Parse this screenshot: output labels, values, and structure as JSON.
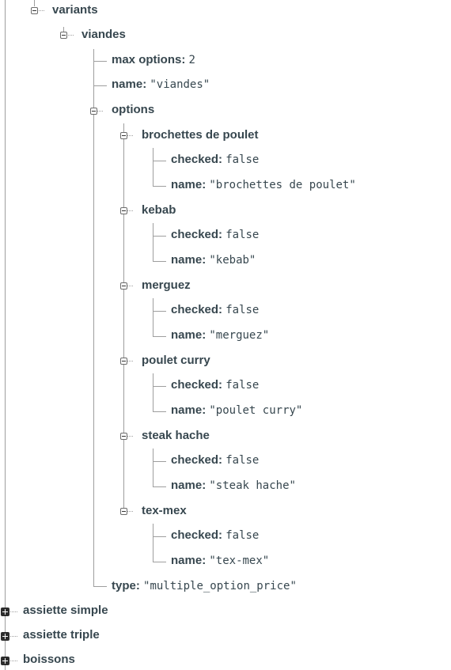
{
  "tree": {
    "variants": {
      "key": "variants"
    },
    "viandes": {
      "key": "viandes",
      "max_options_key": "max options",
      "max_options_value": "2",
      "name_key": "name",
      "name_value": "\"viandes\"",
      "options_key": "options",
      "type_key": "type",
      "type_value": "\"multiple_option_price\""
    },
    "options": [
      {
        "key": "brochettes de poulet",
        "checked_key": "checked",
        "checked_value": "false",
        "name_key": "name",
        "name_value": "\"brochettes de poulet\""
      },
      {
        "key": "kebab",
        "checked_key": "checked",
        "checked_value": "false",
        "name_key": "name",
        "name_value": "\"kebab\""
      },
      {
        "key": "merguez",
        "checked_key": "checked",
        "checked_value": "false",
        "name_key": "name",
        "name_value": "\"merguez\""
      },
      {
        "key": "poulet curry",
        "checked_key": "checked",
        "checked_value": "false",
        "name_key": "name",
        "name_value": "\"poulet curry\""
      },
      {
        "key": "steak hache",
        "checked_key": "checked",
        "checked_value": "false",
        "name_key": "name",
        "name_value": "\"steak hache\""
      },
      {
        "key": "tex-mex",
        "checked_key": "checked",
        "checked_value": "false",
        "name_key": "name",
        "name_value": "\"tex-mex\""
      }
    ],
    "collapsed": [
      {
        "key": "assiette simple"
      },
      {
        "key": "assiette triple"
      },
      {
        "key": "boissons"
      }
    ]
  },
  "icons": {
    "expanded": "collapse-minus-icon",
    "collapsed": "expand-plus-icon"
  },
  "colors": {
    "text": "#37474f",
    "connector": "#9e9e9e",
    "toggle_border": "#6b6b6b",
    "collapsed_toggle": "#2c2c2c"
  }
}
